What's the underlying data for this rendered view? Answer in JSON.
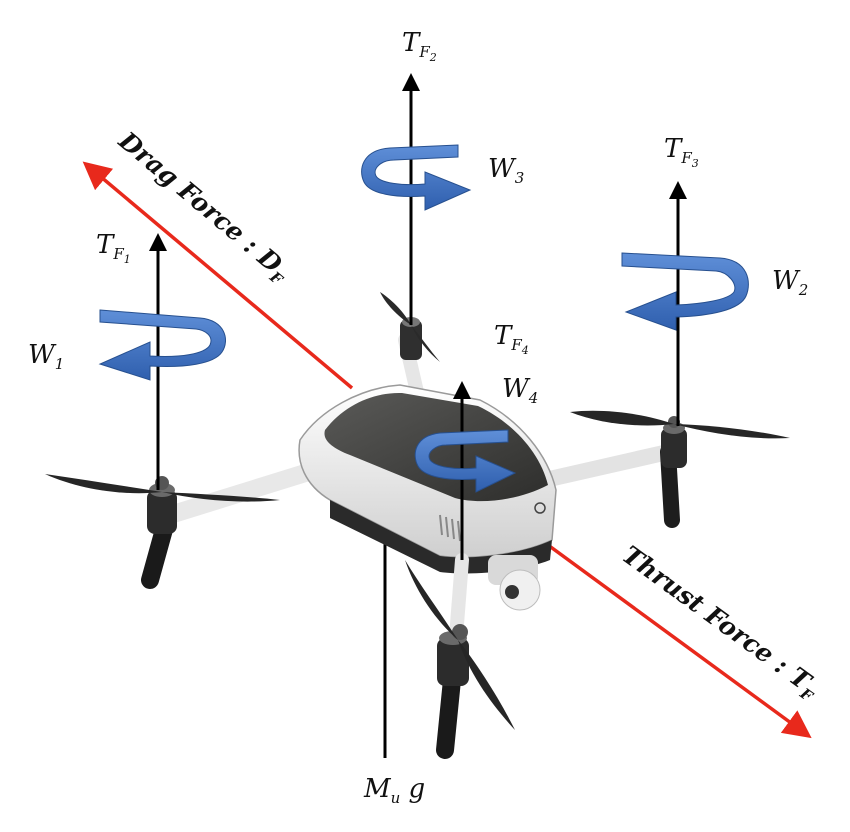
{
  "labels": {
    "tf1": {
      "main": "T",
      "sub": "F",
      "subsub": "1"
    },
    "tf2": {
      "main": "T",
      "sub": "F",
      "subsub": "2"
    },
    "tf3": {
      "main": "T",
      "sub": "F",
      "subsub": "3"
    },
    "tf4": {
      "main": "T",
      "sub": "F",
      "subsub": "4"
    },
    "w1": {
      "main": "W",
      "sub": "1"
    },
    "w2": {
      "main": "W",
      "sub": "2"
    },
    "w3": {
      "main": "W",
      "sub": "3"
    },
    "w4": {
      "main": "W",
      "sub": "4"
    },
    "weight": {
      "main": "M",
      "sub": "u",
      "tail": " g"
    },
    "drag": {
      "text": "Drag Force : D",
      "sub": "F"
    },
    "thrust": {
      "text": "Thrust Force : T",
      "sub": "F"
    }
  },
  "colors": {
    "force_arrow": "#e8291c",
    "vector": "#000000",
    "rotation_arrow": "#3d6fc0",
    "drone_body": "#f4f4f4",
    "drone_top": "#3f3f3d",
    "prop": "#2a2a2a"
  },
  "icons": {
    "rotation": "curved-rotation-arrow",
    "drone": "quadcopter-drone"
  }
}
